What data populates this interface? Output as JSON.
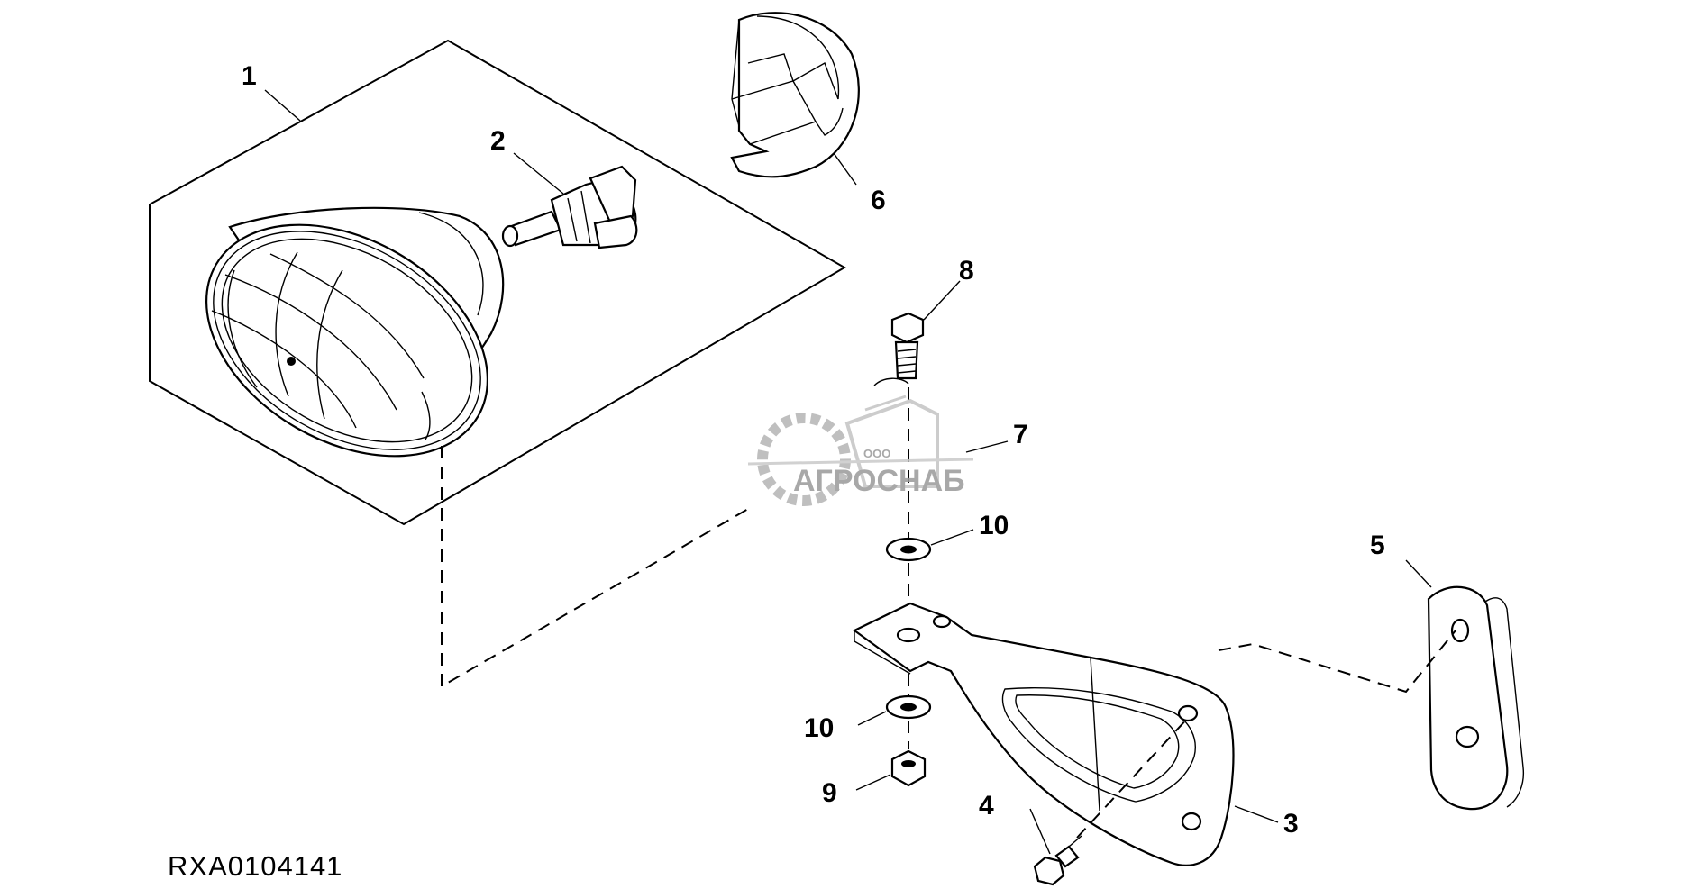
{
  "figure_id": "RXA0104141",
  "watermark": {
    "small_text": "ООО",
    "brand_text": "АГРОСНАБ",
    "color": "#9a9a9a"
  },
  "callouts": [
    {
      "id": "c1",
      "label": "1"
    },
    {
      "id": "c2",
      "label": "2"
    },
    {
      "id": "c3",
      "label": "3"
    },
    {
      "id": "c4",
      "label": "4"
    },
    {
      "id": "c5",
      "label": "5"
    },
    {
      "id": "c6",
      "label": "6"
    },
    {
      "id": "c7",
      "label": "7"
    },
    {
      "id": "c8",
      "label": "8"
    },
    {
      "id": "c9",
      "label": "9"
    },
    {
      "id": "c10a",
      "label": "10"
    },
    {
      "id": "c10b",
      "label": "10"
    }
  ]
}
